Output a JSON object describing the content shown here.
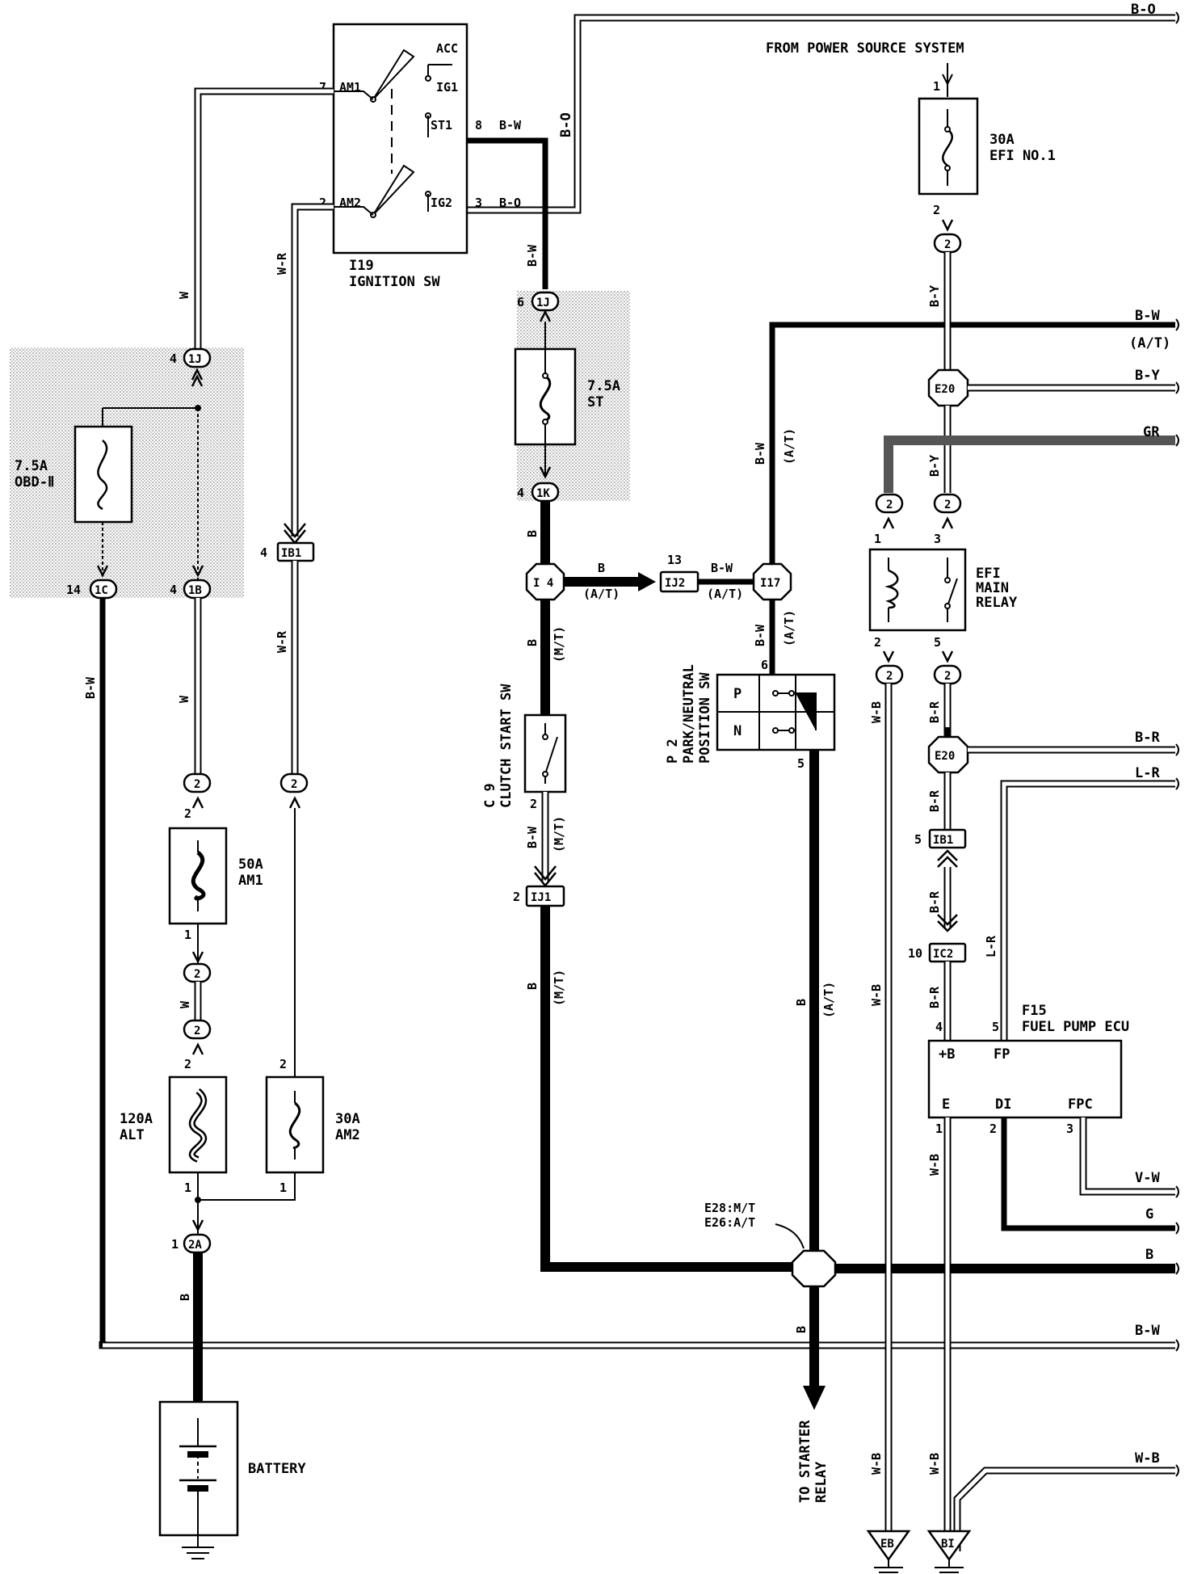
{
  "top_label": "FROM POWER SOURCE SYSTEM",
  "ignition": {
    "code": "I19",
    "name": "IGNITION SW",
    "terminals": {
      "acc": "ACC",
      "ig1": "IG1",
      "st1": "ST1",
      "ig2": "IG2",
      "am1": "AM1",
      "am2": "AM2"
    },
    "pins": {
      "am1": "7",
      "am2": "2",
      "st1": "8",
      "ig2": "3"
    }
  },
  "fuses": {
    "efi1": {
      "rating": "30A",
      "name": "EFI NO.1"
    },
    "st": {
      "rating": "7.5A",
      "name": "ST"
    },
    "obd": {
      "rating": "7.5A",
      "name": "OBD-Ⅱ"
    },
    "am1": {
      "rating": "50A",
      "name": "AM1"
    },
    "alt": {
      "rating": "120A",
      "name": "ALT"
    },
    "am2": {
      "rating": "30A",
      "name": "AM2"
    }
  },
  "components": {
    "efi_relay": [
      "EFI",
      "MAIN",
      "RELAY"
    ],
    "clutch": {
      "code": "C 9",
      "name": "CLUTCH START SW"
    },
    "pn": {
      "code": "P 2",
      "name1": "PARK/NEUTRAL",
      "name2": "POSITION SW",
      "p": "P",
      "n": "N"
    },
    "ecu": {
      "code": "F15",
      "name": "FUEL PUMP ECU",
      "t_b": "+B",
      "t_fp": "FP",
      "t_e": "E",
      "t_di": "DI",
      "t_fpc": "FPC"
    },
    "battery": "BATTERY",
    "starter1": "TO STARTER",
    "starter2": "RELAY",
    "ground_note1": "E28:M/T",
    "ground_note2": "E26:A/T"
  },
  "connectors": {
    "c1j_a": "1J",
    "c1j_b": "1J",
    "c1k": "1K",
    "c1b": "1B",
    "c1c": "1C",
    "ib1_a": "IB1",
    "ib1_b": "IB1",
    "ij1": "IJ1",
    "ij2": "IJ2",
    "ic2": "IC2",
    "i4": "I 4",
    "i17": "I17",
    "e20a": "E20",
    "e20b": "E20",
    "c2a": "2A",
    "two": "2",
    "eb": "EB",
    "bi": "BI"
  },
  "wire_colors": {
    "bo": "B-O",
    "bw": "B-W",
    "by": "B-Y",
    "gr": "GR",
    "br": "B-R",
    "lr": "L-R",
    "vw": "V-W",
    "g": "G",
    "b": "B",
    "wb": "W-B",
    "w": "W",
    "wr": "W-R",
    "at": "(A/T)",
    "mt": "(M/T)"
  },
  "pins": {
    "p1": "1",
    "p2": "2",
    "p3": "3",
    "p4": "4",
    "p5": "5",
    "p6": "6",
    "p10": "10",
    "p13": "13",
    "p14": "14"
  }
}
